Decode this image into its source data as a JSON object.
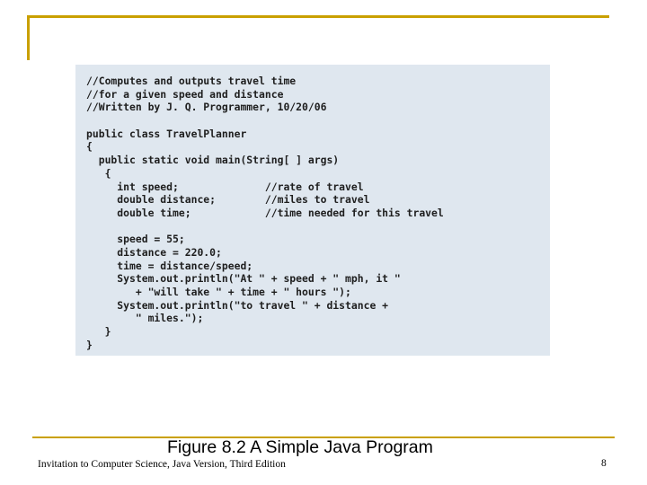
{
  "slide": {
    "code_lines": [
      "//Computes and outputs travel time",
      "//for a given speed and distance",
      "//Written by J. Q. Programmer, 10/20/06",
      "",
      "public class TravelPlanner",
      "{",
      "  public static void main(String[ ] args)",
      "   {",
      "     int speed;              //rate of travel",
      "     double distance;        //miles to travel",
      "     double time;            //time needed for this travel",
      "",
      "     speed = 55;",
      "     distance = 220.0;",
      "     time = distance/speed;",
      "     System.out.println(\"At \" + speed + \" mph, it \"",
      "        + \"will take \" + time + \" hours \");",
      "     System.out.println(\"to travel \" + distance +",
      "        \" miles.\");",
      "   }",
      "}"
    ],
    "caption": "Figure 8.2 A Simple Java Program",
    "footer": "Invitation to Computer Science, Java Version, Third Edition",
    "page_number": "8"
  }
}
